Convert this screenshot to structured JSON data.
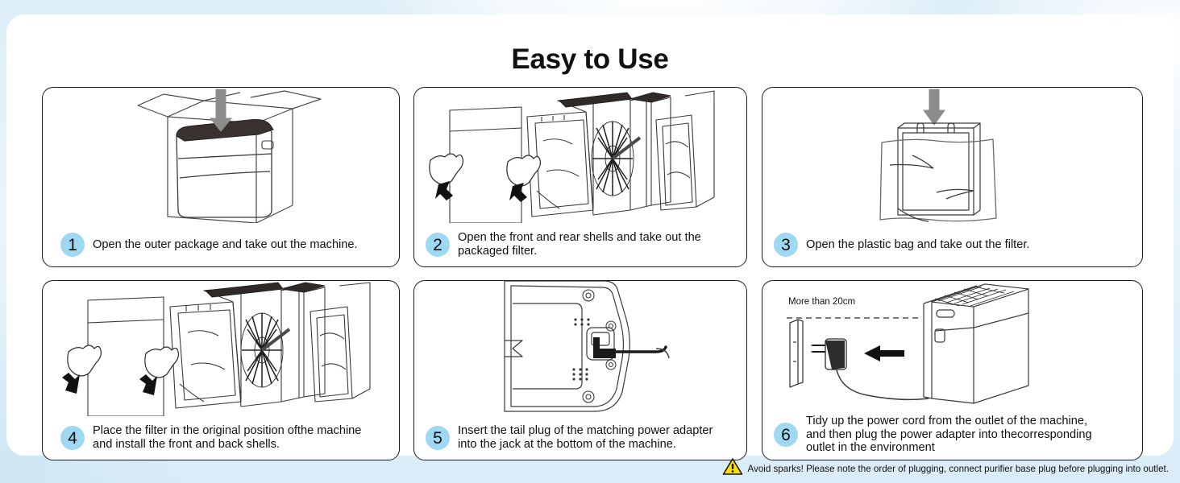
{
  "title": "Easy to Use",
  "theme": {
    "background": "#dceef8",
    "card": "#ffffff",
    "badge": "#9ed8f2",
    "line": "#1b1b1b",
    "arrow_gray": "#8c8c8c",
    "warning_yellow": "#ffe000"
  },
  "steps": [
    {
      "number": "1",
      "lines": [
        "Open the outer package and take out the machine."
      ],
      "icon": "box-with-purifier-icon"
    },
    {
      "number": "2",
      "lines": [
        "Open the front and rear shells and take out the",
        "packaged filter."
      ],
      "icon": "hands-removing-shell-icon"
    },
    {
      "number": "3",
      "lines": [
        "Open the plastic bag and take out the filter."
      ],
      "icon": "filter-in-bag-icon"
    },
    {
      "number": "4",
      "lines": [
        "Place the filter in the original position ofthe machine",
        "and install the front and back shells."
      ],
      "icon": "hands-installing-shell-icon"
    },
    {
      "number": "5",
      "lines": [
        "Insert the tail plug of the matching power adapter",
        "into the jack at the bottom of the machine."
      ],
      "icon": "power-jack-bottom-icon"
    },
    {
      "number": "6",
      "lines": [
        "Tidy up the power cord from the outlet of the machine,",
        "and then plug the power adapter into thecorresponding",
        "outlet in the environment"
      ],
      "icon": "plug-into-outlet-icon",
      "annotation": "More than 20cm"
    }
  ],
  "warning": {
    "icon": "warning-triangle-icon",
    "text": "Avoid sparks! Please note the order of plugging, connect purifier base plug before plugging into outlet."
  }
}
